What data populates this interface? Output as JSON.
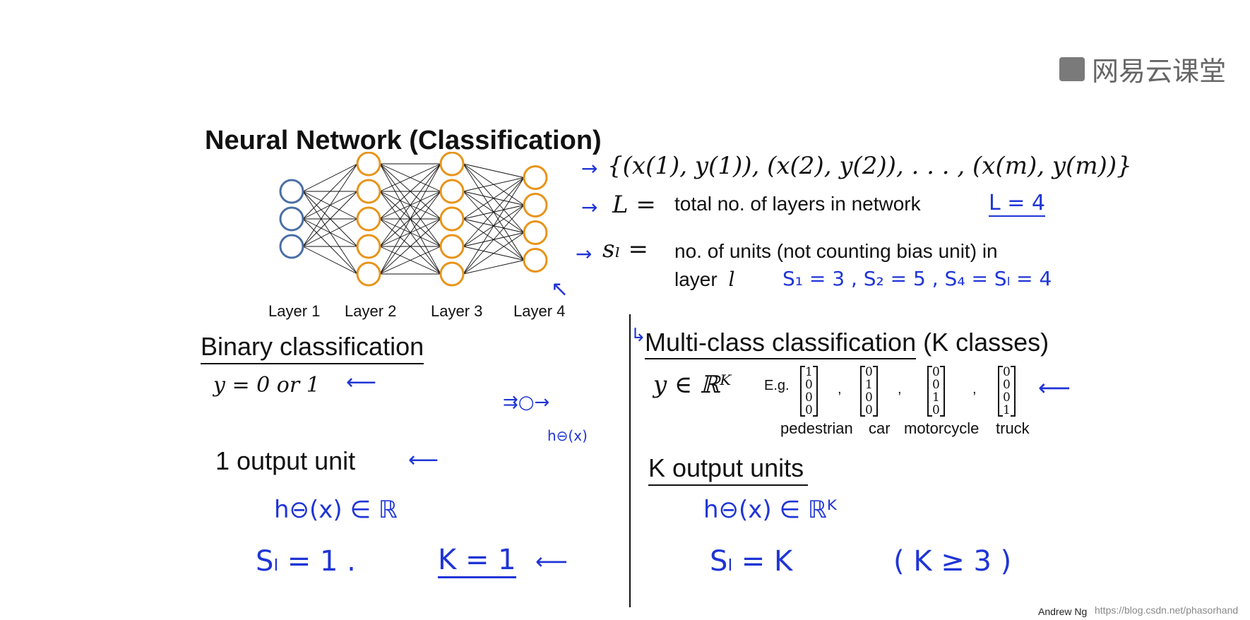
{
  "logo": {
    "text": "网易云课堂"
  },
  "slide": {
    "title": "Neural Network (Classification)",
    "layers": [
      "Layer 1",
      "Layer 2",
      "Layer 3",
      "Layer 4"
    ],
    "training_set": "{(x(1), y(1)), (x(2), y(2)), . . . , (x(m), y(m))}",
    "L_symbol": "L =",
    "L_desc": "total no. of layers in network",
    "sl_symbol": "sₗ =",
    "sl_desc_line1": "no. of units (not counting bias unit) in",
    "sl_desc_line2": "layer",
    "sl_desc_var": "l",
    "binary": {
      "heading": "Binary classification",
      "y": "y = 0 or 1",
      "output": "1 output unit"
    },
    "multiclass": {
      "heading": "Multi-class classification",
      "heading_suffix": "(K classes)",
      "y": "y ∈ ℝᴷ",
      "eg": "E.g.",
      "vectors": [
        [
          "1",
          "0",
          "0",
          "0"
        ],
        [
          "0",
          "1",
          "0",
          "0"
        ],
        [
          "0",
          "0",
          "1",
          "0"
        ],
        [
          "0",
          "0",
          "0",
          "1"
        ]
      ],
      "labels": [
        "pedestrian",
        "car",
        "motorcycle",
        "truck"
      ],
      "output": "K output units"
    },
    "annotations": {
      "L_value": "L = 4",
      "s_values": "S₁ = 3 ,  S₂ = 5 ,  S₄ = Sₗ = 4",
      "h_left": "h⊖(x) ∈ ℝ",
      "sl_left": "Sₗ = 1 .",
      "K_left": "K = 1",
      "h_out": "h⊖(x)",
      "h_right": "h⊖(x) ∈ ℝᴷ",
      "sl_right": "Sₗ = K",
      "k_cond": "( K ≥ 3 )"
    },
    "credit": "Andrew Ng",
    "url": "https://blog.csdn.net/phasorhand"
  },
  "colors": {
    "input_node": "#4a6fa5",
    "hidden_node": "#e8941a",
    "annotation": "#1f35d6"
  }
}
